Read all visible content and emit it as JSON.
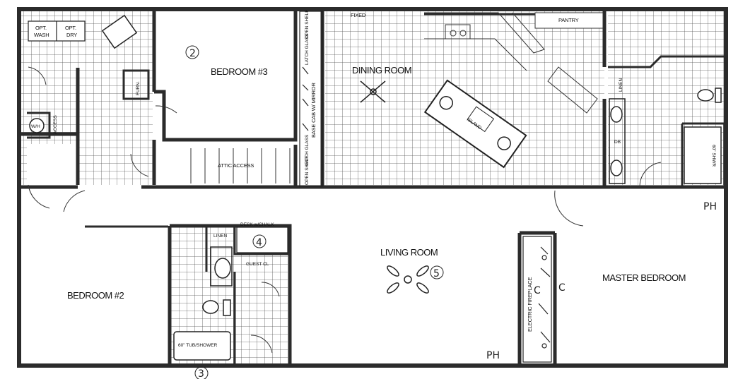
{
  "plan": {
    "rooms": {
      "bedroom3": "BEDROOM #3",
      "dining": "DINING ROOM",
      "living": "LIVING ROOM",
      "bedroom2": "BEDROOM #2",
      "master": "MASTER BEDROOM"
    },
    "labels": {
      "opt_wash_1": "OPT.",
      "opt_wash_2": "WASH",
      "opt_dry_1": "OPT.",
      "opt_dry_2": "DRY",
      "furn": "FURN.",
      "wh": "W/H",
      "access": "ACCESS",
      "fixed": "FIXED",
      "pantry": "PANTRY",
      "base_cab": "BASE CAB W/ MIRROR",
      "open_shelf_top": "OPEN SHELF",
      "latch_glass_top": "LATCH GLASS",
      "latch_glass_bottom": "LATCH GLASS",
      "open_shelf_bottom": "OPEN SHELF",
      "attic": "ATTIC ACCESS",
      "island": "ISLAND",
      "linen_top": "LINEN",
      "db": "DB",
      "shower": "60\" SHWR",
      "linen_bath": "LINEN",
      "desk": "DESK w/CHALK",
      "guest_cl": "GUEST CL",
      "tub": "60\" TUB/SHOWER",
      "fireplace": "ELECTRIC FIREPLACE"
    },
    "annotations": {
      "n2": "2",
      "n3": "3",
      "n4": "4",
      "n5": "5",
      "c1": "C",
      "c2": "C",
      "ph1": "PH",
      "ph2": "PH"
    }
  }
}
